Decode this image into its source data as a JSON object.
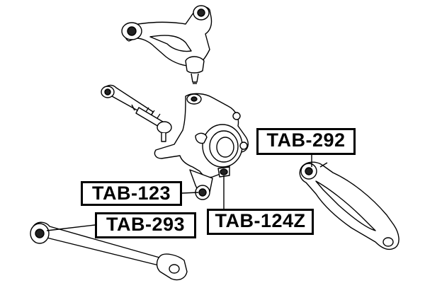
{
  "part_labels": {
    "tab_292": "TAB-292",
    "tab_123": "TAB-123",
    "tab_293": "TAB-293",
    "tab_124z": "TAB-124Z"
  },
  "colors": {
    "line": "#000000",
    "fill": "#ffffff",
    "shade": "#222222"
  }
}
